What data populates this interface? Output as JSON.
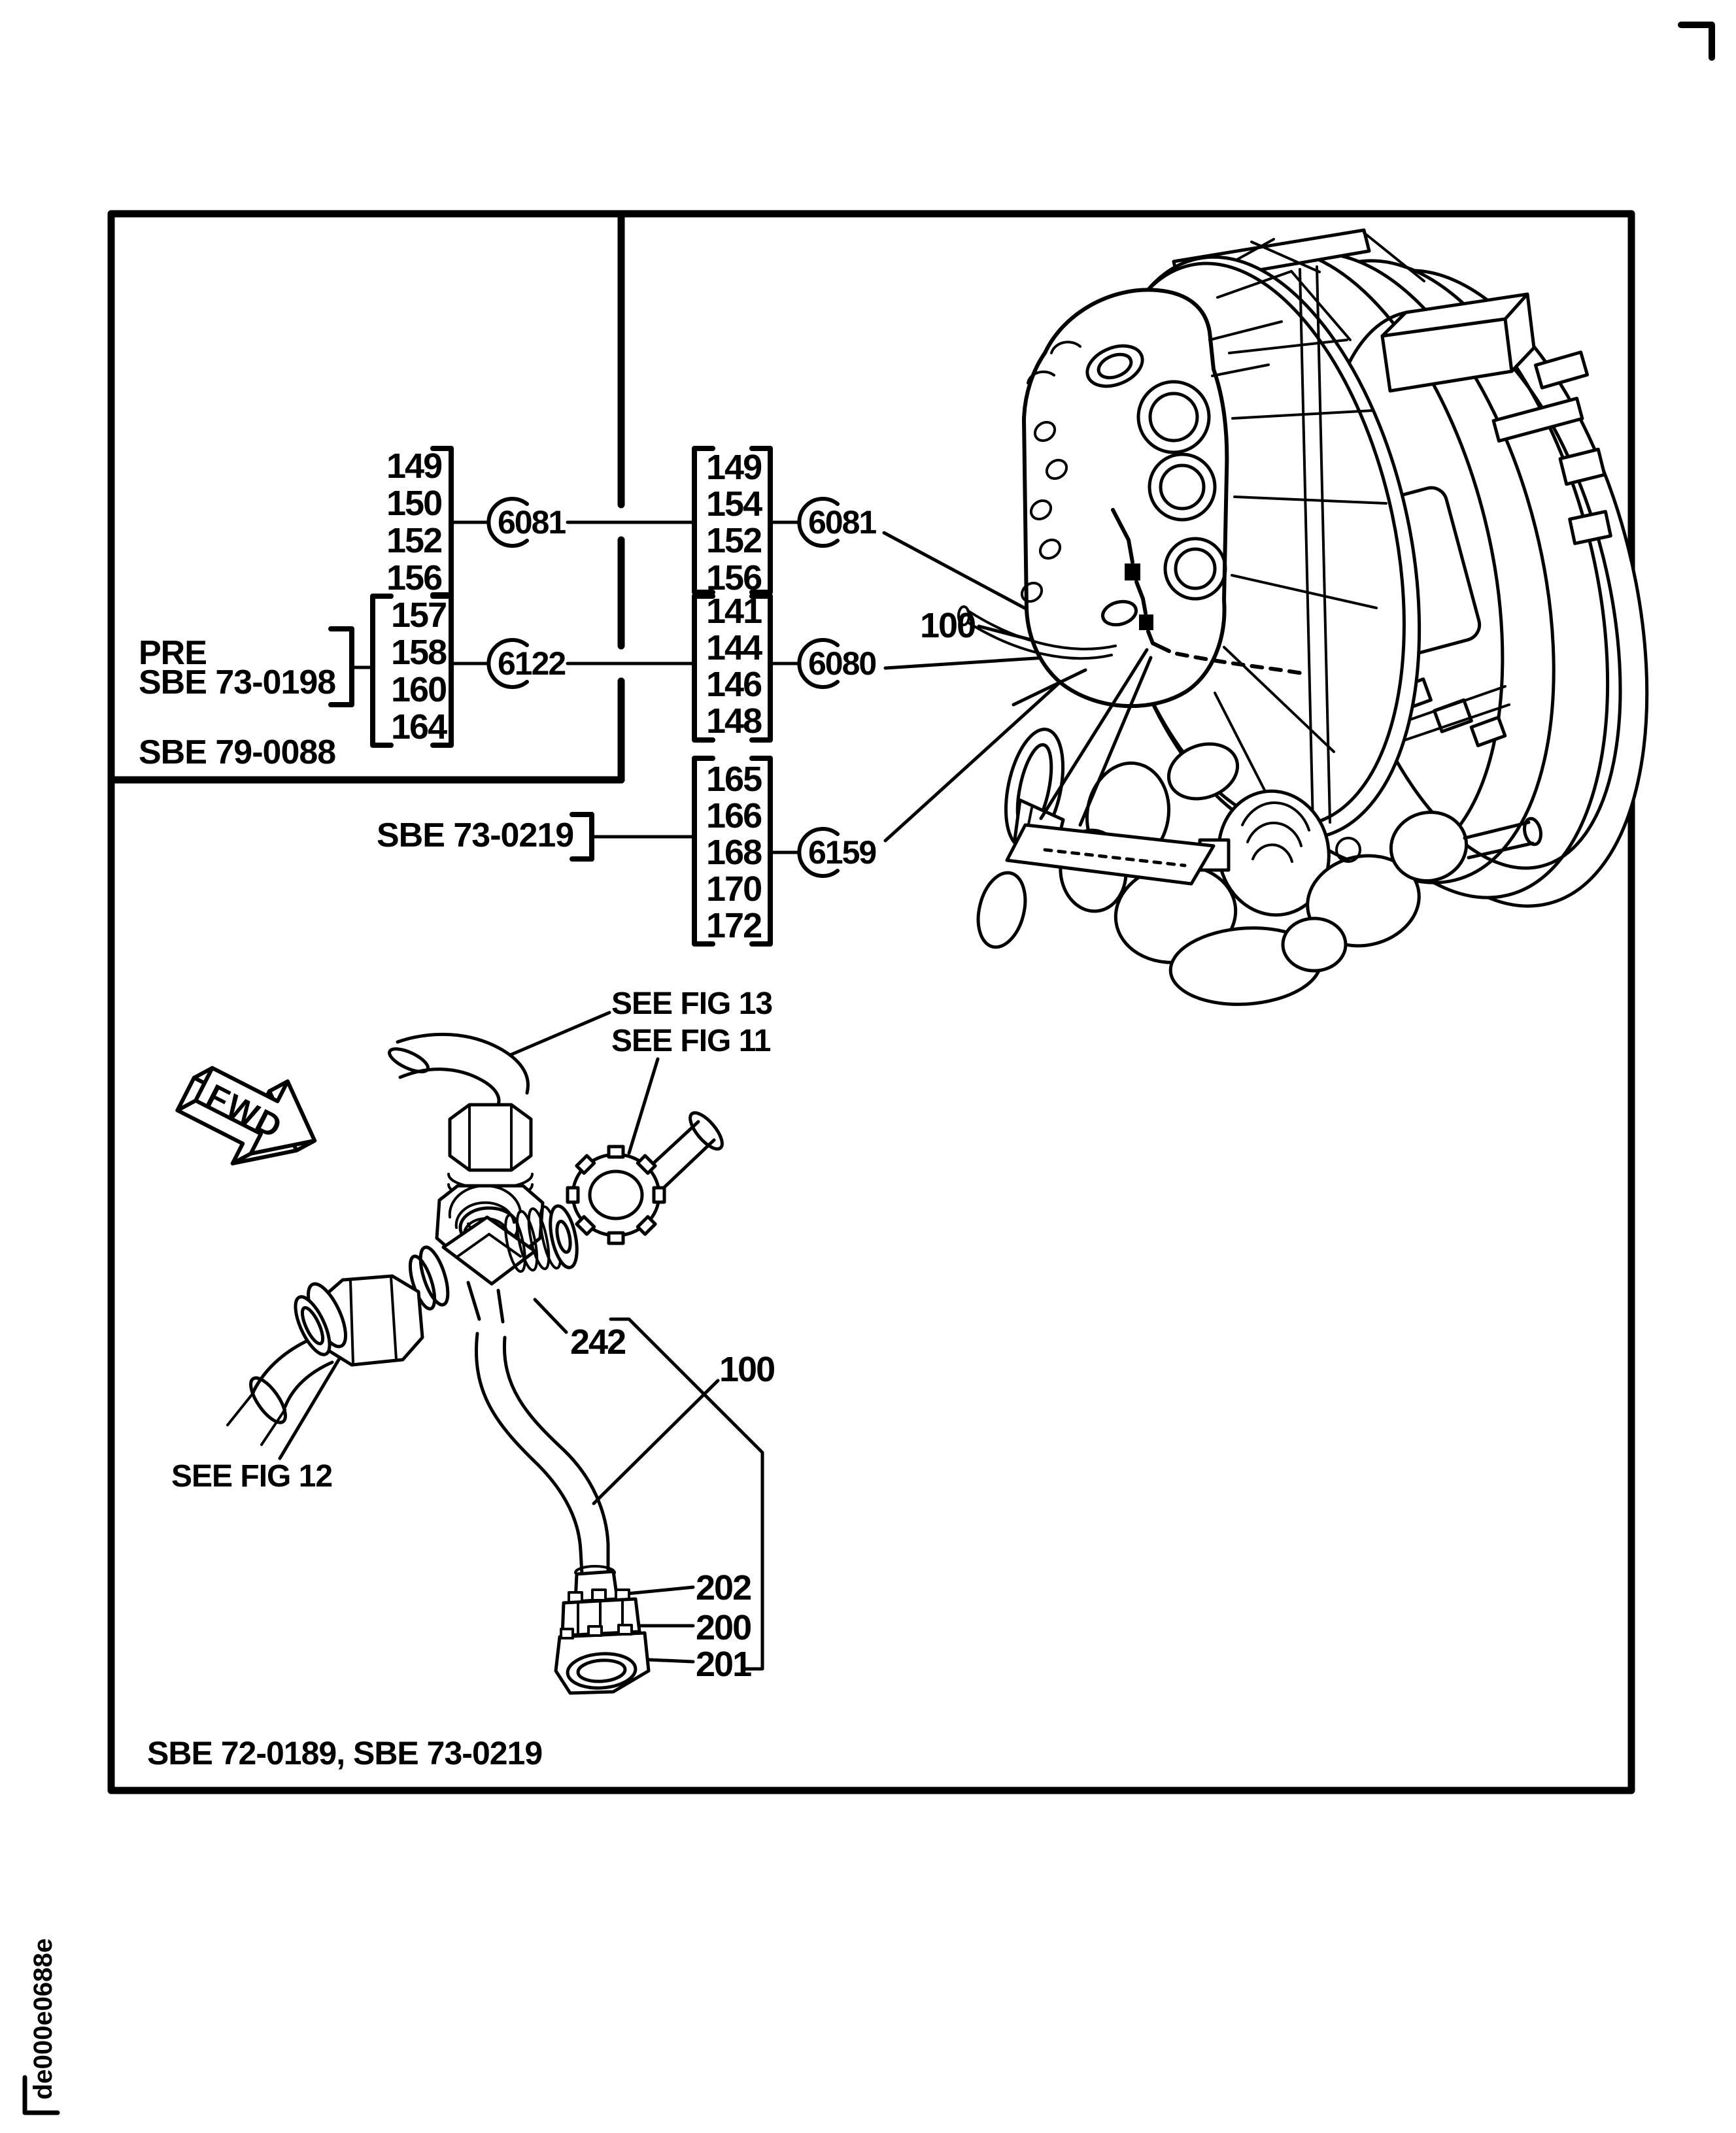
{
  "figure": {
    "caption": "SBE 72-0189, SBE 73-0219",
    "document_id": "de000e0688e",
    "fwd_arrow_label": "FWD"
  },
  "pre_effectivity_box": {
    "effectivity_line1": "PRE",
    "effectivity_line2": "SBE 73-0198",
    "effectivity_footer": "SBE 79-0088",
    "item_list_top": [
      "149",
      "150",
      "152",
      "156"
    ],
    "item_list_bottom": [
      "157",
      "158",
      "160",
      "164"
    ],
    "balloon_top": "6081",
    "balloon_bottom": "6122"
  },
  "current_effectivity": {
    "effectivity_label": "SBE 73-0219",
    "item_list_top": [
      "149",
      "154",
      "152",
      "156"
    ],
    "item_list_middle": [
      "141",
      "144",
      "146",
      "148"
    ],
    "item_list_bottom": [
      "165",
      "166",
      "168",
      "170",
      "172"
    ],
    "balloon_top": "6081",
    "balloon_middle": "6080",
    "balloon_bottom": "6159",
    "tube_callout": "100"
  },
  "detail_view": {
    "see_fig_13": "SEE FIG 13",
    "see_fig_11": "SEE FIG 11",
    "see_fig_12": "SEE FIG 12",
    "tee_callout": "242",
    "tube_assembly_callout": "100",
    "ferrule_callout": "202",
    "nut_callout": "200",
    "swivel_callout": "201"
  }
}
